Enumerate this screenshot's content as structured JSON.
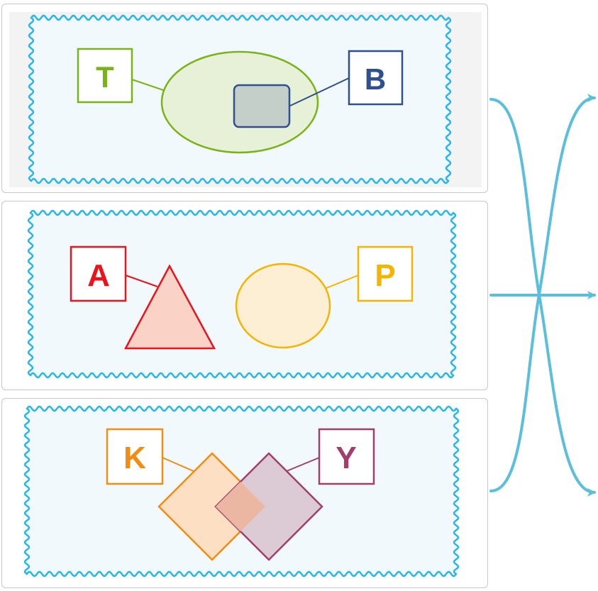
{
  "colors": {
    "wavy_border": "#29b6e8",
    "wavy_fill": "#f1f9fc",
    "arrow": "#5bbfdc",
    "green": "#7ab317",
    "green_fill": "#e6f1d7",
    "navy": "#2f4f8f",
    "navy_fill": "#c4cfca",
    "red": "#e8131b",
    "red_fill": "#fbd2c6",
    "gold": "#f4b400",
    "gold_fill": "#fdefd4",
    "orange": "#f28c12",
    "orange_fill": "#fde0c4",
    "plum": "#a0406a",
    "plum_fill": "#dccad4",
    "overlap_fill": "#ebb7a2"
  },
  "panels": [
    {
      "labels": [
        {
          "text": "T"
        },
        {
          "text": "B"
        }
      ]
    },
    {
      "labels": [
        {
          "text": "A"
        },
        {
          "text": "P"
        }
      ]
    },
    {
      "labels": [
        {
          "text": "K"
        },
        {
          "text": "Y"
        }
      ]
    }
  ]
}
